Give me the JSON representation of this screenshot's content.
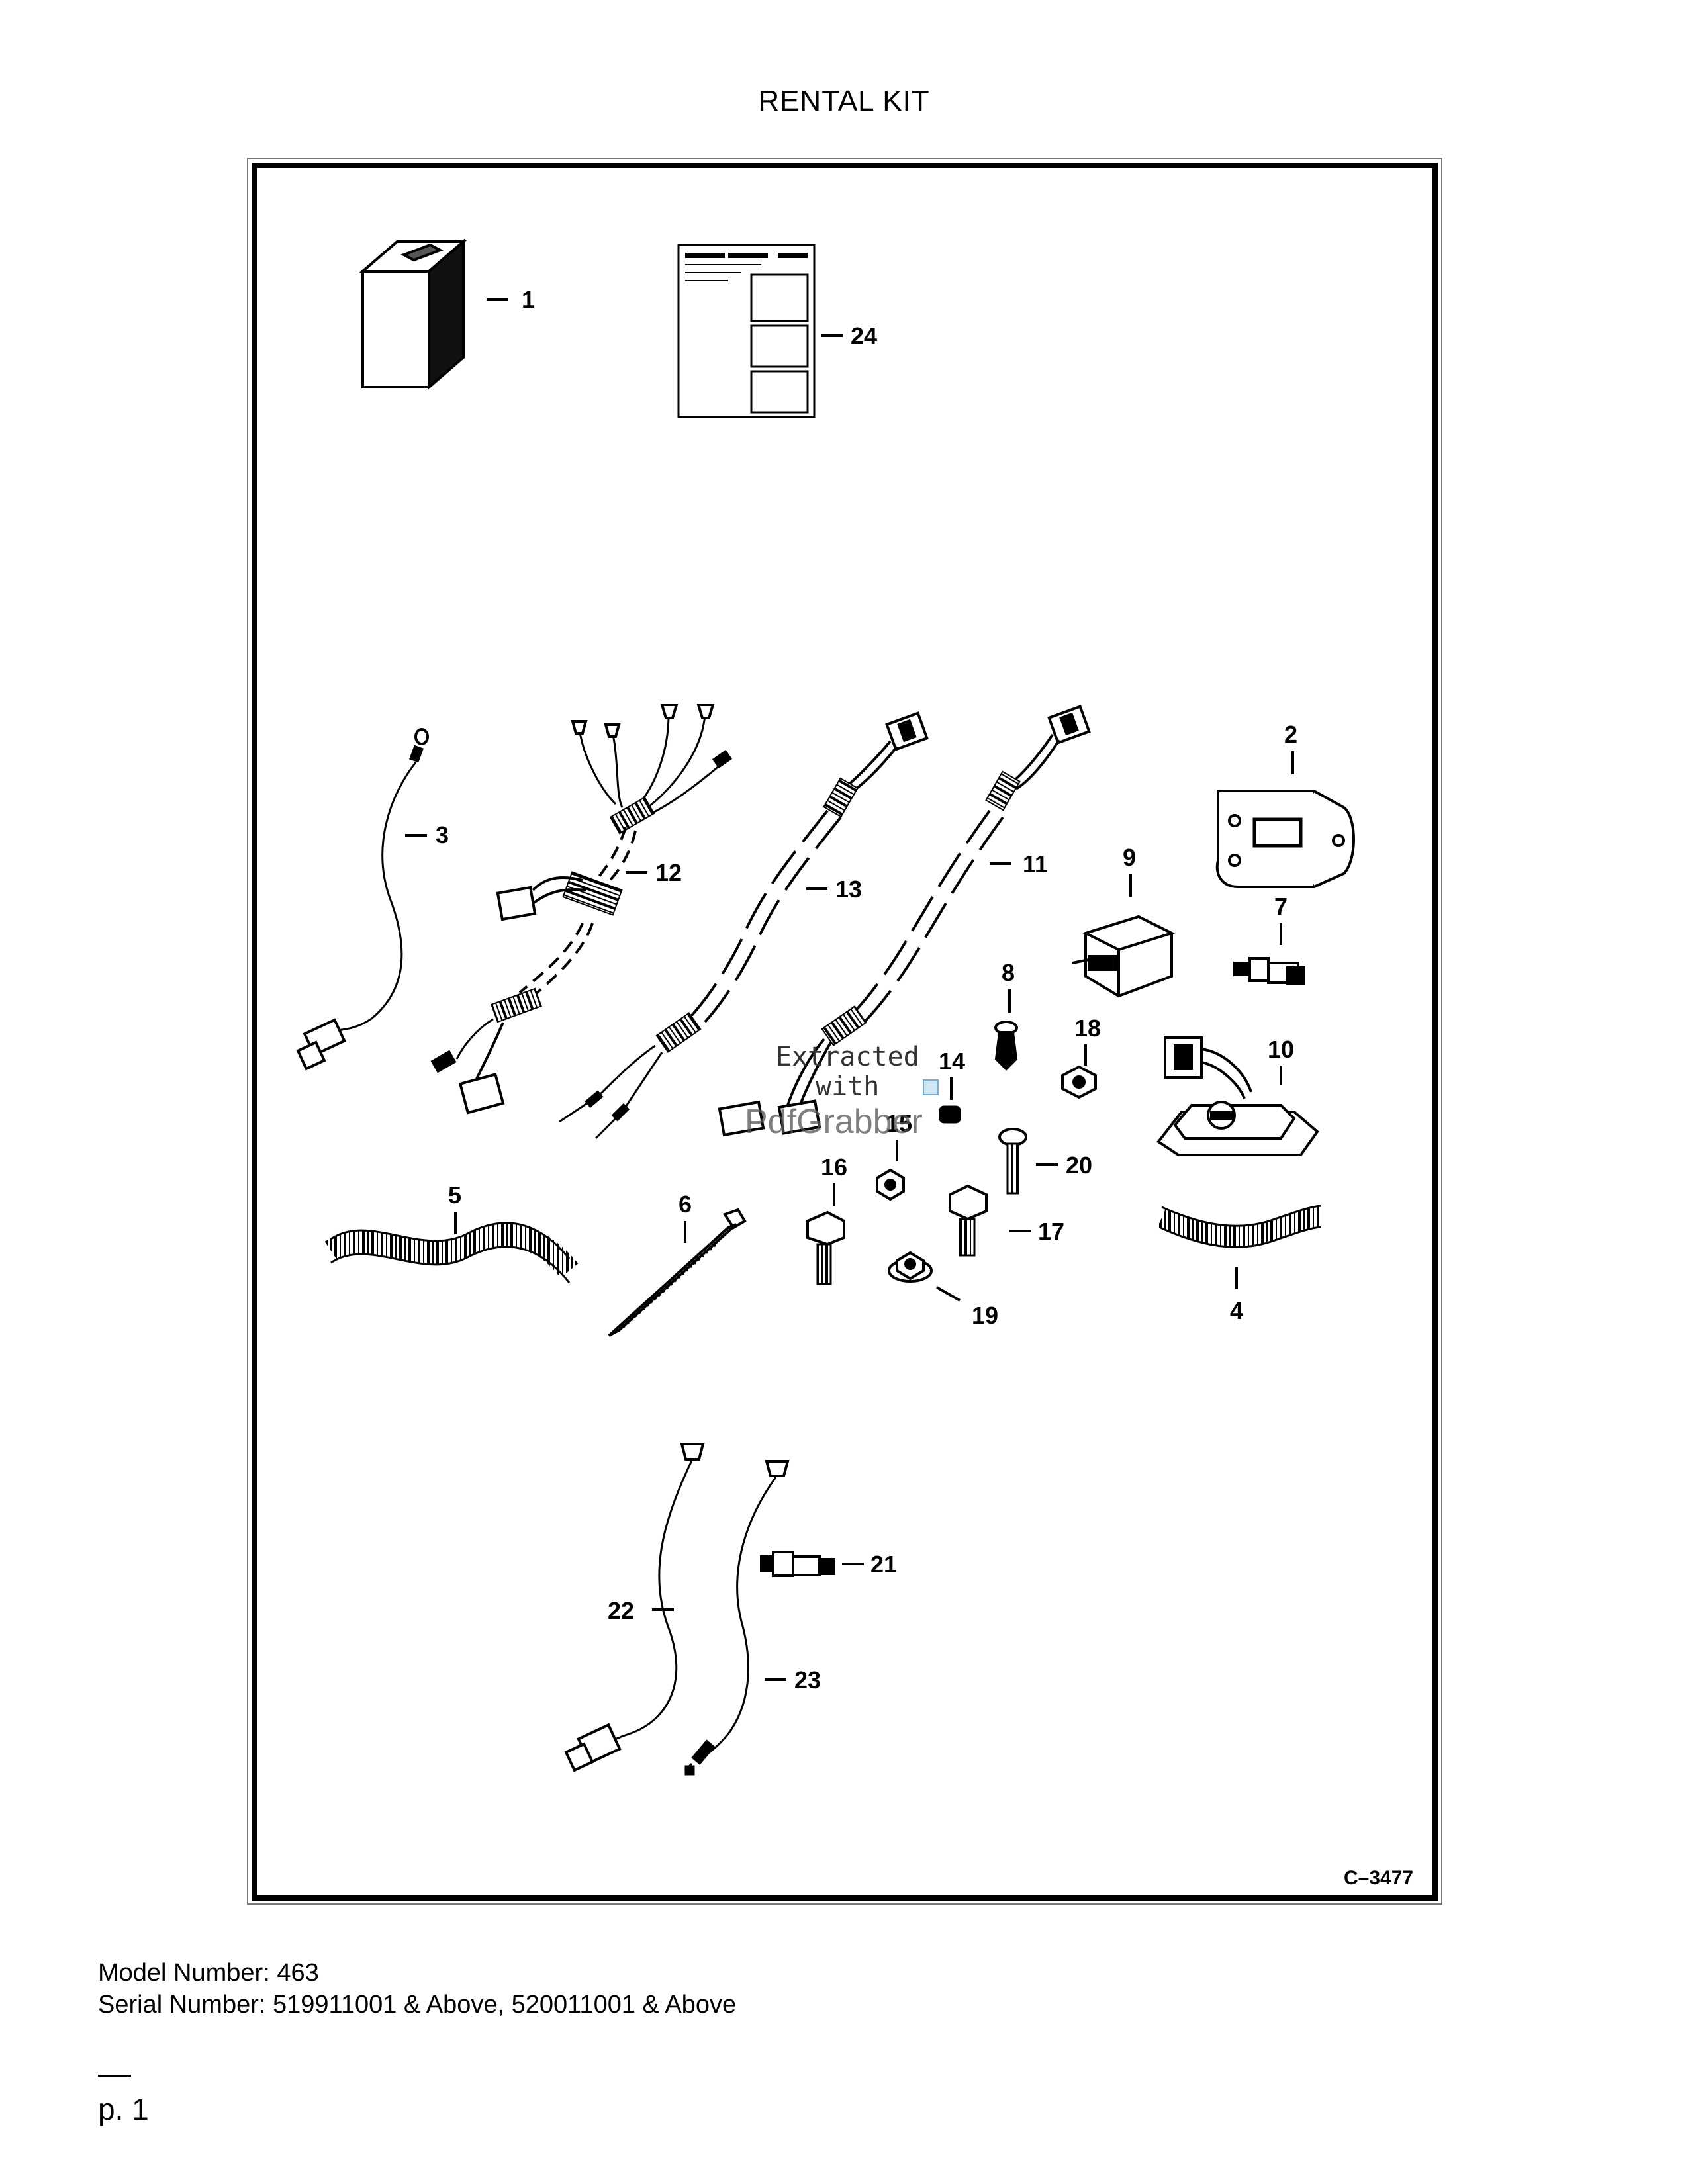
{
  "title": "RENTAL KIT",
  "diagram": {
    "callouts": [
      {
        "id": "1",
        "label": "1"
      },
      {
        "id": "2",
        "label": "2"
      },
      {
        "id": "3",
        "label": "3"
      },
      {
        "id": "4",
        "label": "4"
      },
      {
        "id": "5",
        "label": "5"
      },
      {
        "id": "6",
        "label": "6"
      },
      {
        "id": "7",
        "label": "7"
      },
      {
        "id": "8",
        "label": "8"
      },
      {
        "id": "9",
        "label": "9"
      },
      {
        "id": "10",
        "label": "10"
      },
      {
        "id": "11",
        "label": "11"
      },
      {
        "id": "12",
        "label": "12"
      },
      {
        "id": "13",
        "label": "13"
      },
      {
        "id": "14",
        "label": "14"
      },
      {
        "id": "15",
        "label": "15"
      },
      {
        "id": "16",
        "label": "16"
      },
      {
        "id": "17",
        "label": "17"
      },
      {
        "id": "18",
        "label": "18"
      },
      {
        "id": "19",
        "label": "19"
      },
      {
        "id": "20",
        "label": "20"
      },
      {
        "id": "21",
        "label": "21"
      },
      {
        "id": "22",
        "label": "22"
      },
      {
        "id": "23",
        "label": "23"
      },
      {
        "id": "24",
        "label": "24"
      }
    ],
    "figure_ref": "C–3477"
  },
  "watermark": {
    "line1": "Extracted",
    "line2": "with",
    "brand": "PdfGrabber"
  },
  "footer": {
    "model": "Model Number: 463",
    "serial": "Serial Number: 519911001 & Above, 520011001 & Above"
  },
  "page": "p. 1"
}
